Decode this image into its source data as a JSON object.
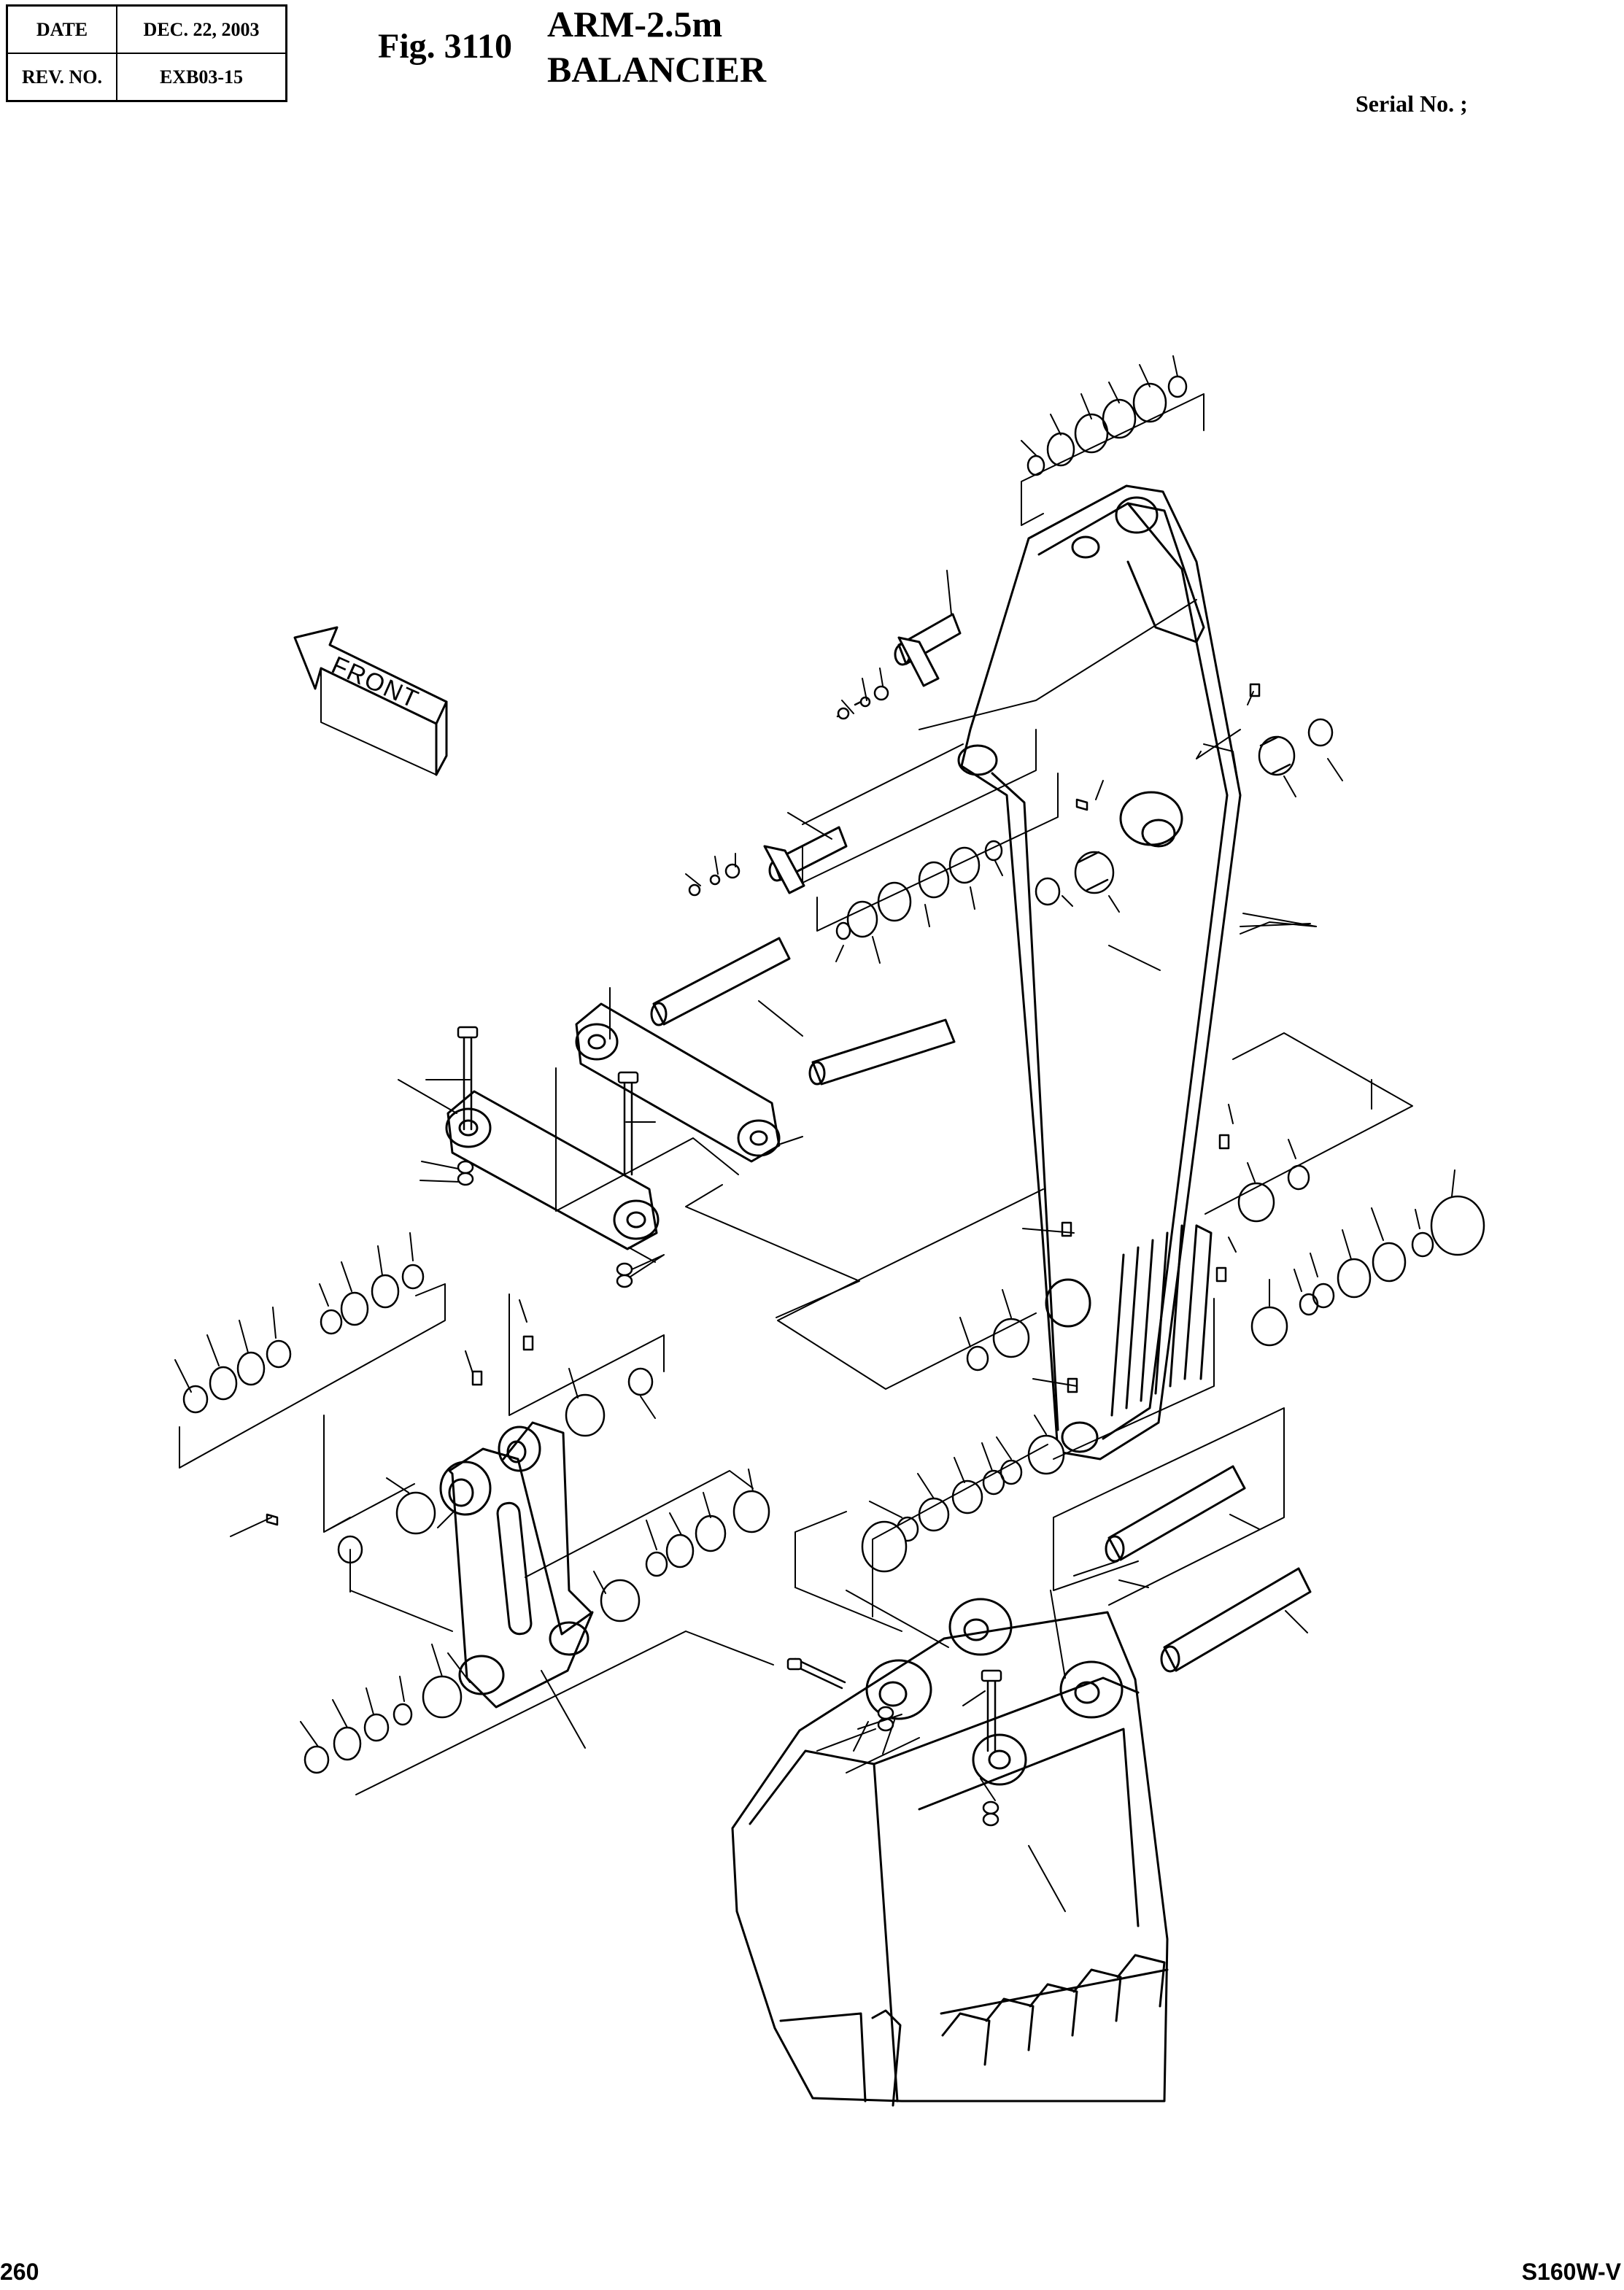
{
  "header": {
    "date_label": "DATE",
    "date_value": "DEC. 22, 2003",
    "rev_label": "REV. NO.",
    "rev_value": "EXB03-15"
  },
  "figure": {
    "number": "Fig. 3110",
    "title_line1": "ARM-2.5m",
    "title_line2": "BALANCIER"
  },
  "serial": "Serial No. ;",
  "diagram": {
    "front_label": "FRONT"
  },
  "footer": {
    "page_number": "260",
    "model": "S160W-V"
  }
}
